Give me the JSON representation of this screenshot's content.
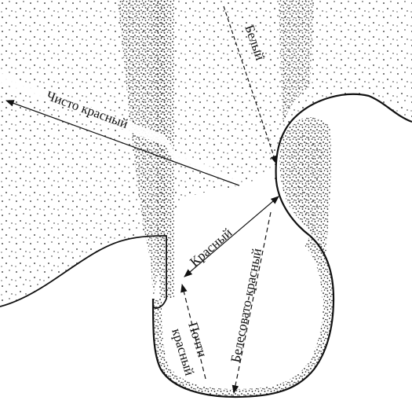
{
  "labels": {
    "white": "Белый",
    "pure_red": "Чисто красный",
    "red": "Красный",
    "whitish_red": "Белесовато-красный",
    "almost_red_line1": "Почти",
    "almost_red_line2": "красный"
  },
  "colors": {
    "ink": "#111111",
    "paper": "#ffffff",
    "stipple": "#1a1a1a"
  }
}
